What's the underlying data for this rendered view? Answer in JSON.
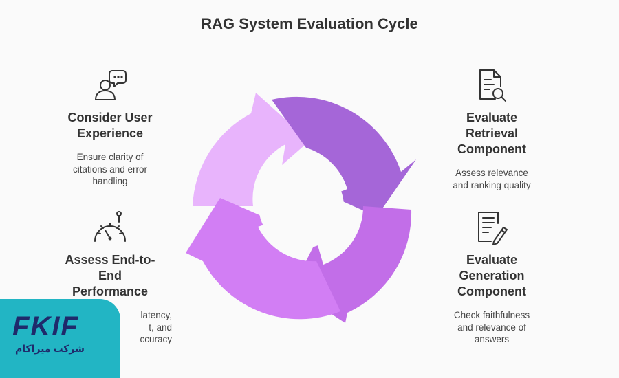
{
  "title": "RAG System Evaluation Cycle",
  "steps": {
    "user_experience": {
      "heading_lines": [
        "Consider User",
        "Experience"
      ],
      "desc_lines": [
        "Ensure clarity of",
        "citations and error",
        "handling"
      ],
      "icon": "user-chat-icon"
    },
    "end_to_end": {
      "heading_lines": [
        "Assess End-to-",
        "End",
        "Performance"
      ],
      "desc_lines": [
        "latency,",
        "t, and",
        "ccuracy"
      ],
      "icon": "gauge-icon"
    },
    "retrieval": {
      "heading_lines": [
        "Evaluate",
        "Retrieval",
        "Component"
      ],
      "desc_lines": [
        "Assess relevance",
        "and ranking quality"
      ],
      "icon": "document-search-icon"
    },
    "generation": {
      "heading_lines": [
        "Evaluate",
        "Generation",
        "Component"
      ],
      "desc_lines": [
        "Check faithfulness",
        "and relevance of",
        "answers"
      ],
      "icon": "document-pen-icon"
    }
  },
  "colors": {
    "segment_top_left": "#e8b4fc",
    "segment_top_right": "#a566d8",
    "segment_bottom_right": "#c26ee8",
    "segment_bottom_left": "#d27ef4"
  },
  "logo": {
    "mark": "FKIF",
    "subtitle": "شرکت میراکام",
    "bg_color": "#22b5c4"
  }
}
